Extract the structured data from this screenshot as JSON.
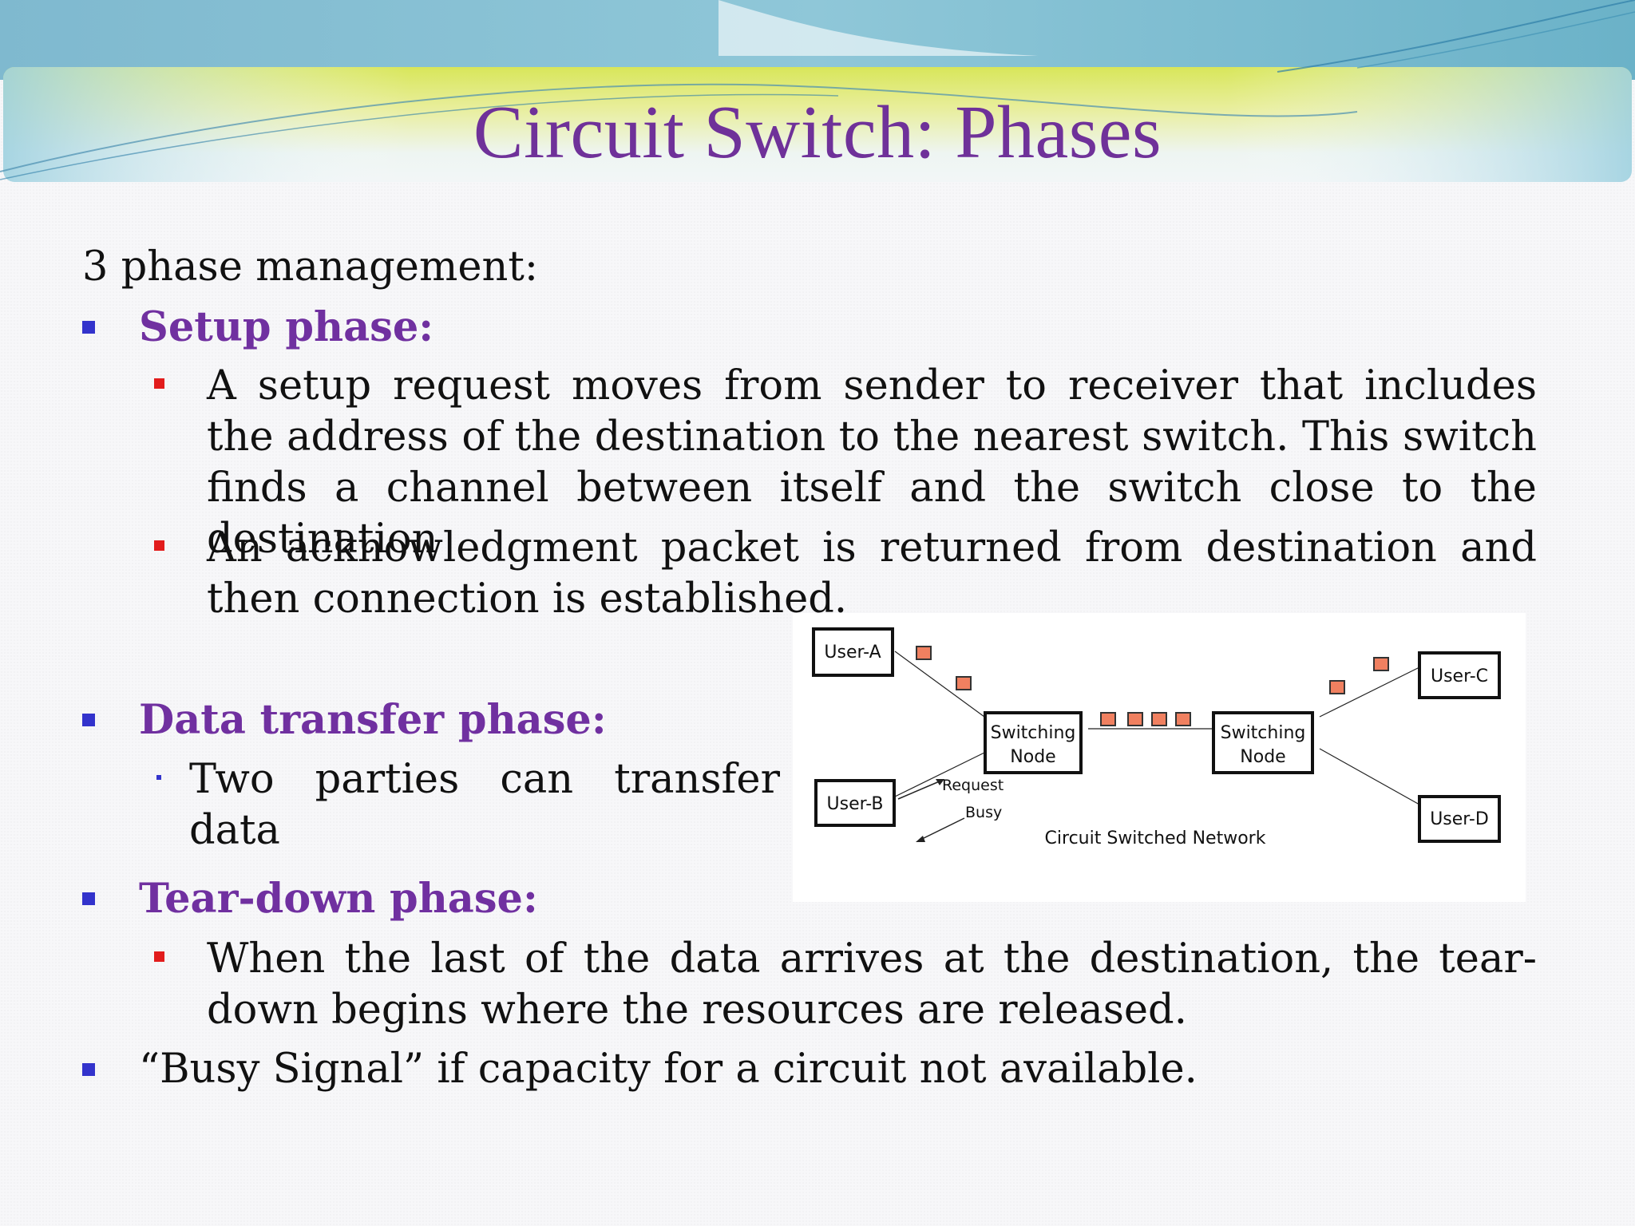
{
  "slide": {
    "title": "Circuit Switch: Phases",
    "intro": "3 phase management:",
    "sections": [
      {
        "heading": "Setup phase:",
        "points": [
          "A setup request moves from sender to receiver that includes the address of the destination to the nearest switch. This switch finds a channel between itself and the switch close to the destination",
          "An acknowledgment packet is returned from destination and then connection is established."
        ]
      },
      {
        "heading": "Data transfer phase:",
        "points": [
          "Two parties can transfer data"
        ]
      },
      {
        "heading": "Tear-down phase:",
        "points": [
          "When the last of the data arrives at the destination, the tear-down begins where the resources are released."
        ]
      }
    ],
    "final_point": "“Busy Signal” if capacity for a circuit not available."
  },
  "diagram": {
    "user_a": "User-A",
    "user_b": "User-B",
    "user_c": "User-C",
    "user_d": "User-D",
    "node_left_line1": "Switching",
    "node_left_line2": "Node",
    "node_right_line1": "Switching",
    "node_right_line2": "Node",
    "request_label": "Request",
    "busy_label": "Busy",
    "network_label": "Circuit Switched Network"
  },
  "colors": {
    "title": "#6f3199",
    "heading": "#7030a0",
    "level1_bullet": "#3333cc",
    "level2_bullet": "#e21c1c",
    "packet": "#f08060"
  }
}
